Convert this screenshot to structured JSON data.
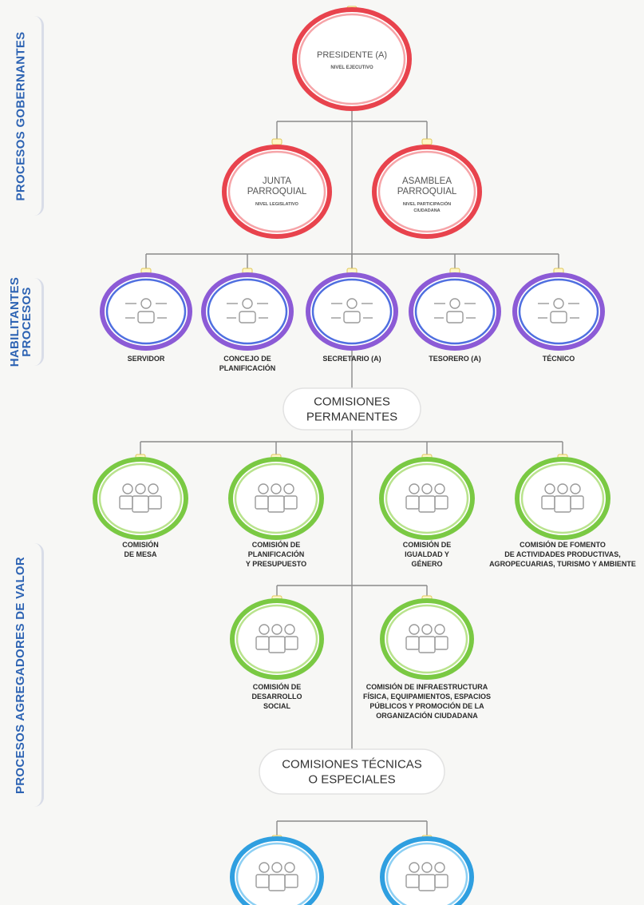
{
  "side_labels": {
    "gobernantes": "PROCESOS GOBERNANTES",
    "habilitantes": [
      "HABILITANTES",
      "PROCESOS"
    ],
    "agregadores": "PROCESOS AGREGADORES DE VALOR"
  },
  "top": {
    "title": "PRESIDENTE (A)",
    "subtitle": "NIVEL EJECUTIVO"
  },
  "second_level": [
    {
      "title": [
        "JUNTA",
        "PARROQUIAL"
      ],
      "subtitle": [
        "NIVEL LEGISLATIVO"
      ]
    },
    {
      "title": [
        "ASAMBLEA",
        "PARROQUIAL"
      ],
      "subtitle": [
        "NIVEL PARTICIPACIÓN",
        "CIUDADANA"
      ]
    }
  ],
  "habilitantes": [
    {
      "label": [
        "SERVIDOR"
      ]
    },
    {
      "label": [
        "CONCEJO DE",
        "PLANIFICACIÓN"
      ]
    },
    {
      "label": [
        "SECRETARIO (A)"
      ]
    },
    {
      "label": [
        "TESORERO (A)"
      ]
    },
    {
      "label": [
        "TÉCNICO"
      ]
    }
  ],
  "permanentes_heading": [
    "COMISIONES",
    "PERMANENTES"
  ],
  "permanentes_row1": [
    {
      "label": [
        "COMISIÓN",
        "DE MESA"
      ]
    },
    {
      "label": [
        "COMISIÓN DE",
        "PLANIFICACIÓN",
        "Y PRESUPUESTO"
      ]
    },
    {
      "label": [
        "COMISIÓN DE",
        "IGUALDAD Y",
        "GÉNERO"
      ]
    },
    {
      "label": [
        "COMISIÓN DE FOMENTO",
        "DE ACTIVIDADES PRODUCTIVAS,",
        "AGROPECUARIAS, TURISMO Y AMBIENTE"
      ]
    }
  ],
  "permanentes_row2": [
    {
      "label": [
        "COMISIÓN DE",
        "DESARROLLO",
        "SOCIAL"
      ]
    },
    {
      "label": [
        "COMISIÓN DE INFRAESTRUCTURA",
        "FÍSICA, EQUIPAMIENTOS, ESPACIOS",
        "PÚBLICOS Y PROMOCIÓN DE LA",
        "ORGANIZACIÓN CIUDADANA"
      ]
    }
  ],
  "tecnicas_heading": [
    "COMISIONES TÉCNICAS",
    "O ESPECIALES"
  ],
  "tecnicas": [
    {
      "label": []
    },
    {
      "label": []
    }
  ],
  "colors": {
    "red": "#e8434d",
    "red_light": "#f6a4a8",
    "purple": "#8c5bd6",
    "purple_light": "#c6a8f0",
    "blue_ring": "#4f6fe0",
    "green": "#7ac943",
    "green_light": "#b9e38d",
    "sky": "#2f9fe0",
    "sky_light": "#8ccff3",
    "line": "#8a8a8a",
    "side_text": "#2d63b3"
  }
}
